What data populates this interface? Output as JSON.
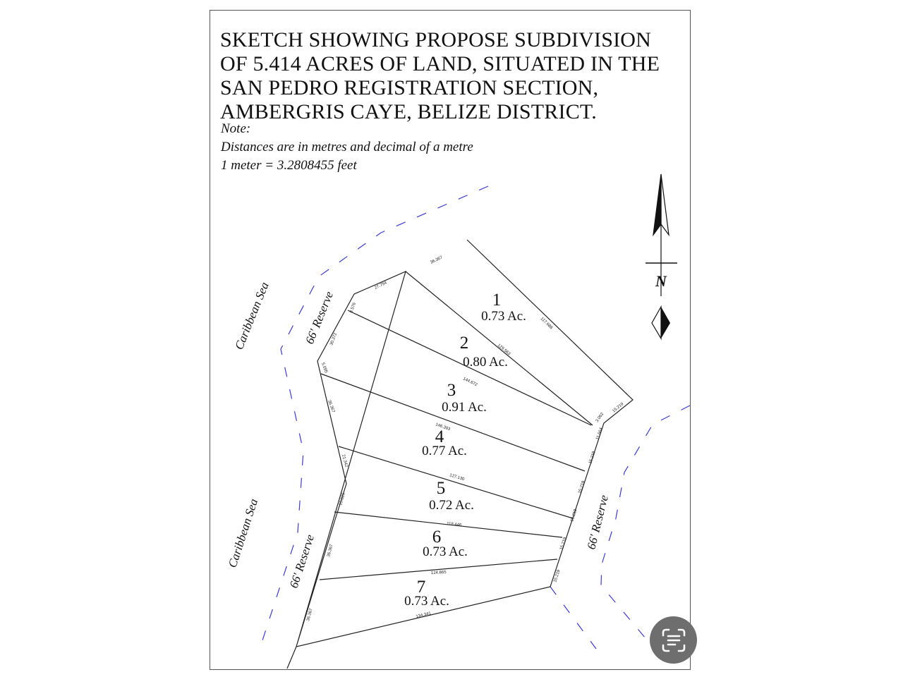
{
  "title_lines": [
    "SKETCH SHOWING PROPOSE SUBDIVISION",
    "OF 5.414 ACRES OF LAND, SITUATED IN THE",
    "SAN PEDRO REGISTRATION SECTION,",
    "AMBERGRIS CAYE, BELIZE DISTRICT."
  ],
  "notes": [
    "Note:",
    "Distances are in metres and decimal of a metre",
    "1 meter = 3.2808455 feet"
  ],
  "north_label": "N",
  "features": {
    "sea_upper": "Caribbean Sea",
    "sea_lower": "Caribbean Sea",
    "reserve_upper_left": "66' Reserve",
    "reserve_lower_left": "66' Reserve",
    "reserve_right": "66' Reserve"
  },
  "lots": [
    {
      "number": "1",
      "area": "0.73 Ac."
    },
    {
      "number": "2",
      "area": "0.80 Ac."
    },
    {
      "number": "3",
      "area": "0.91 Ac."
    },
    {
      "number": "4",
      "area": "0.77 Ac."
    },
    {
      "number": "5",
      "area": "0.72 Ac."
    },
    {
      "number": "6",
      "area": "0.73 Ac."
    },
    {
      "number": "7",
      "area": "0.73 Ac."
    }
  ],
  "dimensions": {
    "d_top": "36.367",
    "d_nw": "27.794",
    "d_w1": "8.576",
    "d_w2": "30.372",
    "d_w3": "5.095",
    "d_w4": "36.367",
    "d_w5": "21.342",
    "d_w6": "15.625",
    "d_w7": "36.367",
    "d_w8": "36.367",
    "d_east1": "117.688",
    "d_line12": "129.563",
    "d_line23": "144.672",
    "d_line34": "146.393",
    "d_line45": "127.130",
    "d_line56": "118.446",
    "d_line67": "124.865",
    "d_south": "134.341",
    "d_e1": "15.219",
    "d_e2": "3.062",
    "d_e3": "11.664",
    "d_e4": "15.219",
    "d_e5": "15.219",
    "d_e6": "15.219",
    "d_e7": "15.219",
    "d_e8": "15.219"
  },
  "colors": {
    "boundary": "#222222",
    "reserve_dashes": "#3a3ad0",
    "lens_button": "#6e6e6e"
  },
  "icons": {
    "north_arrow": "north-arrow-icon",
    "lens": "text-scan-icon"
  }
}
